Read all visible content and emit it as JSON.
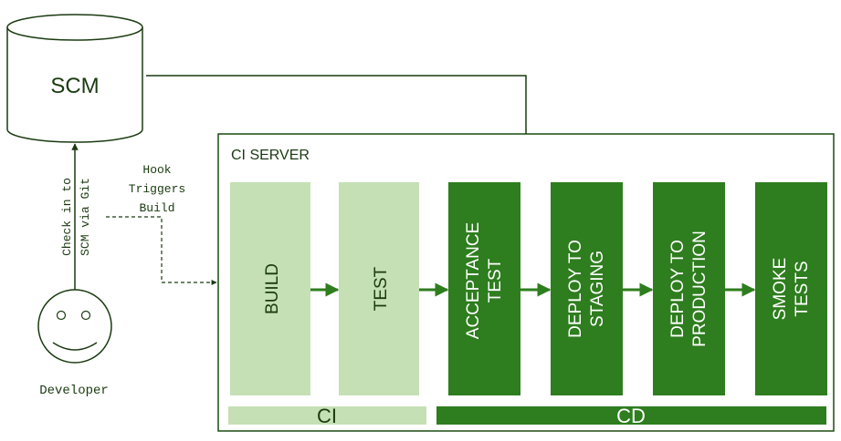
{
  "scm": {
    "label": "SCM"
  },
  "ci_server": {
    "label": "CI SERVER"
  },
  "stages": [
    {
      "line1": "BUILD",
      "line2": ""
    },
    {
      "line1": "TEST",
      "line2": ""
    },
    {
      "line1": "ACCEPTANCE",
      "line2": "TEST"
    },
    {
      "line1": "DEPLOY TO",
      "line2": "STAGING"
    },
    {
      "line1": "DEPLOY TO",
      "line2": "PRODUCTION"
    },
    {
      "line1": "SMOKE",
      "line2": "TESTS"
    }
  ],
  "phases": {
    "ci": "CI",
    "cd": "CD"
  },
  "developer": {
    "label": "Developer"
  },
  "checkin": {
    "line1": "Check in to",
    "line2": "SCM via Git"
  },
  "hook": {
    "line1": "Hook",
    "line2": "Triggers",
    "line3": "Build"
  },
  "colors": {
    "light_green": "#c5e0b4",
    "dark_green": "#2e7d1e",
    "outline": "#1a4a10",
    "dark_text": "#1a3a10"
  }
}
